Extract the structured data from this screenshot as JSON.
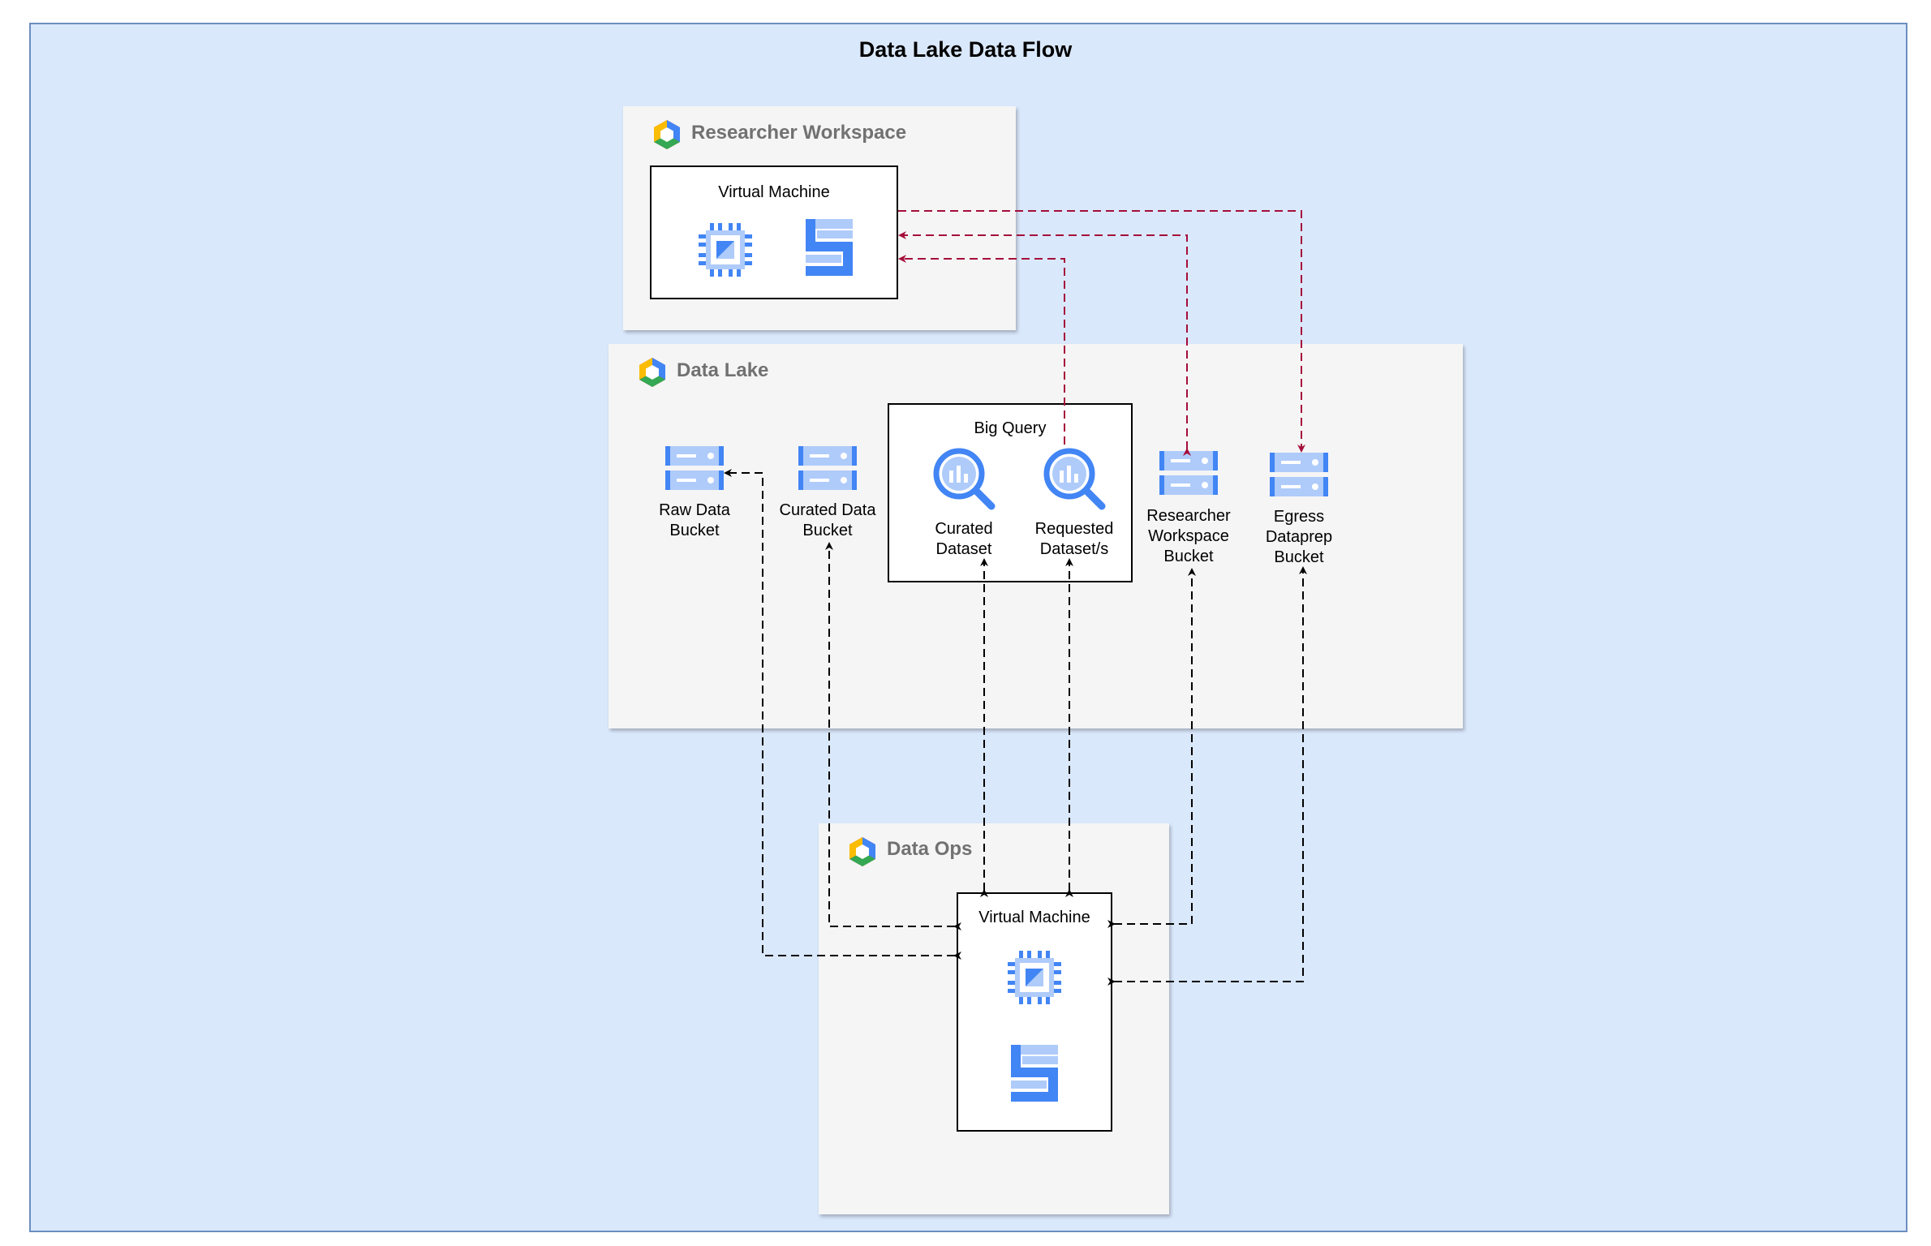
{
  "diagram": {
    "title": "Data Lake Data Flow",
    "groups": {
      "researcher_workspace": {
        "label": "Researcher Workspace"
      },
      "data_lake": {
        "label": "Data Lake"
      },
      "data_ops": {
        "label": "Data Ops"
      }
    },
    "researcher_vm": {
      "label": "Virtual Machine"
    },
    "big_query": {
      "label": "Big Query"
    },
    "dataops_vm": {
      "label": "Virtual Machine"
    },
    "nodes": {
      "raw_bucket": {
        "label_line1": "Raw Data",
        "label_line2": "Bucket"
      },
      "curated_bucket": {
        "label_line1": "Curated Data",
        "label_line2": "Bucket"
      },
      "curated_dataset": {
        "label_line1": "Curated",
        "label_line2": "Dataset"
      },
      "requested_dataset": {
        "label_line1": "Requested",
        "label_line2": "Dataset/s"
      },
      "researcher_bucket": {
        "label_line1": "Researcher",
        "label_line2": "Workspace",
        "label_line3": "Bucket"
      },
      "egress_bucket": {
        "label_line1": "Egress",
        "label_line2": "Dataprep",
        "label_line3": "Bucket"
      }
    },
    "colors": {
      "background": "#dae8fc",
      "group_fill": "#f5f5f5",
      "icon_blue": "#4285f4",
      "icon_light_blue": "#aecbfa",
      "red_edge": "#a50e3a",
      "black_edge": "#000000"
    }
  }
}
